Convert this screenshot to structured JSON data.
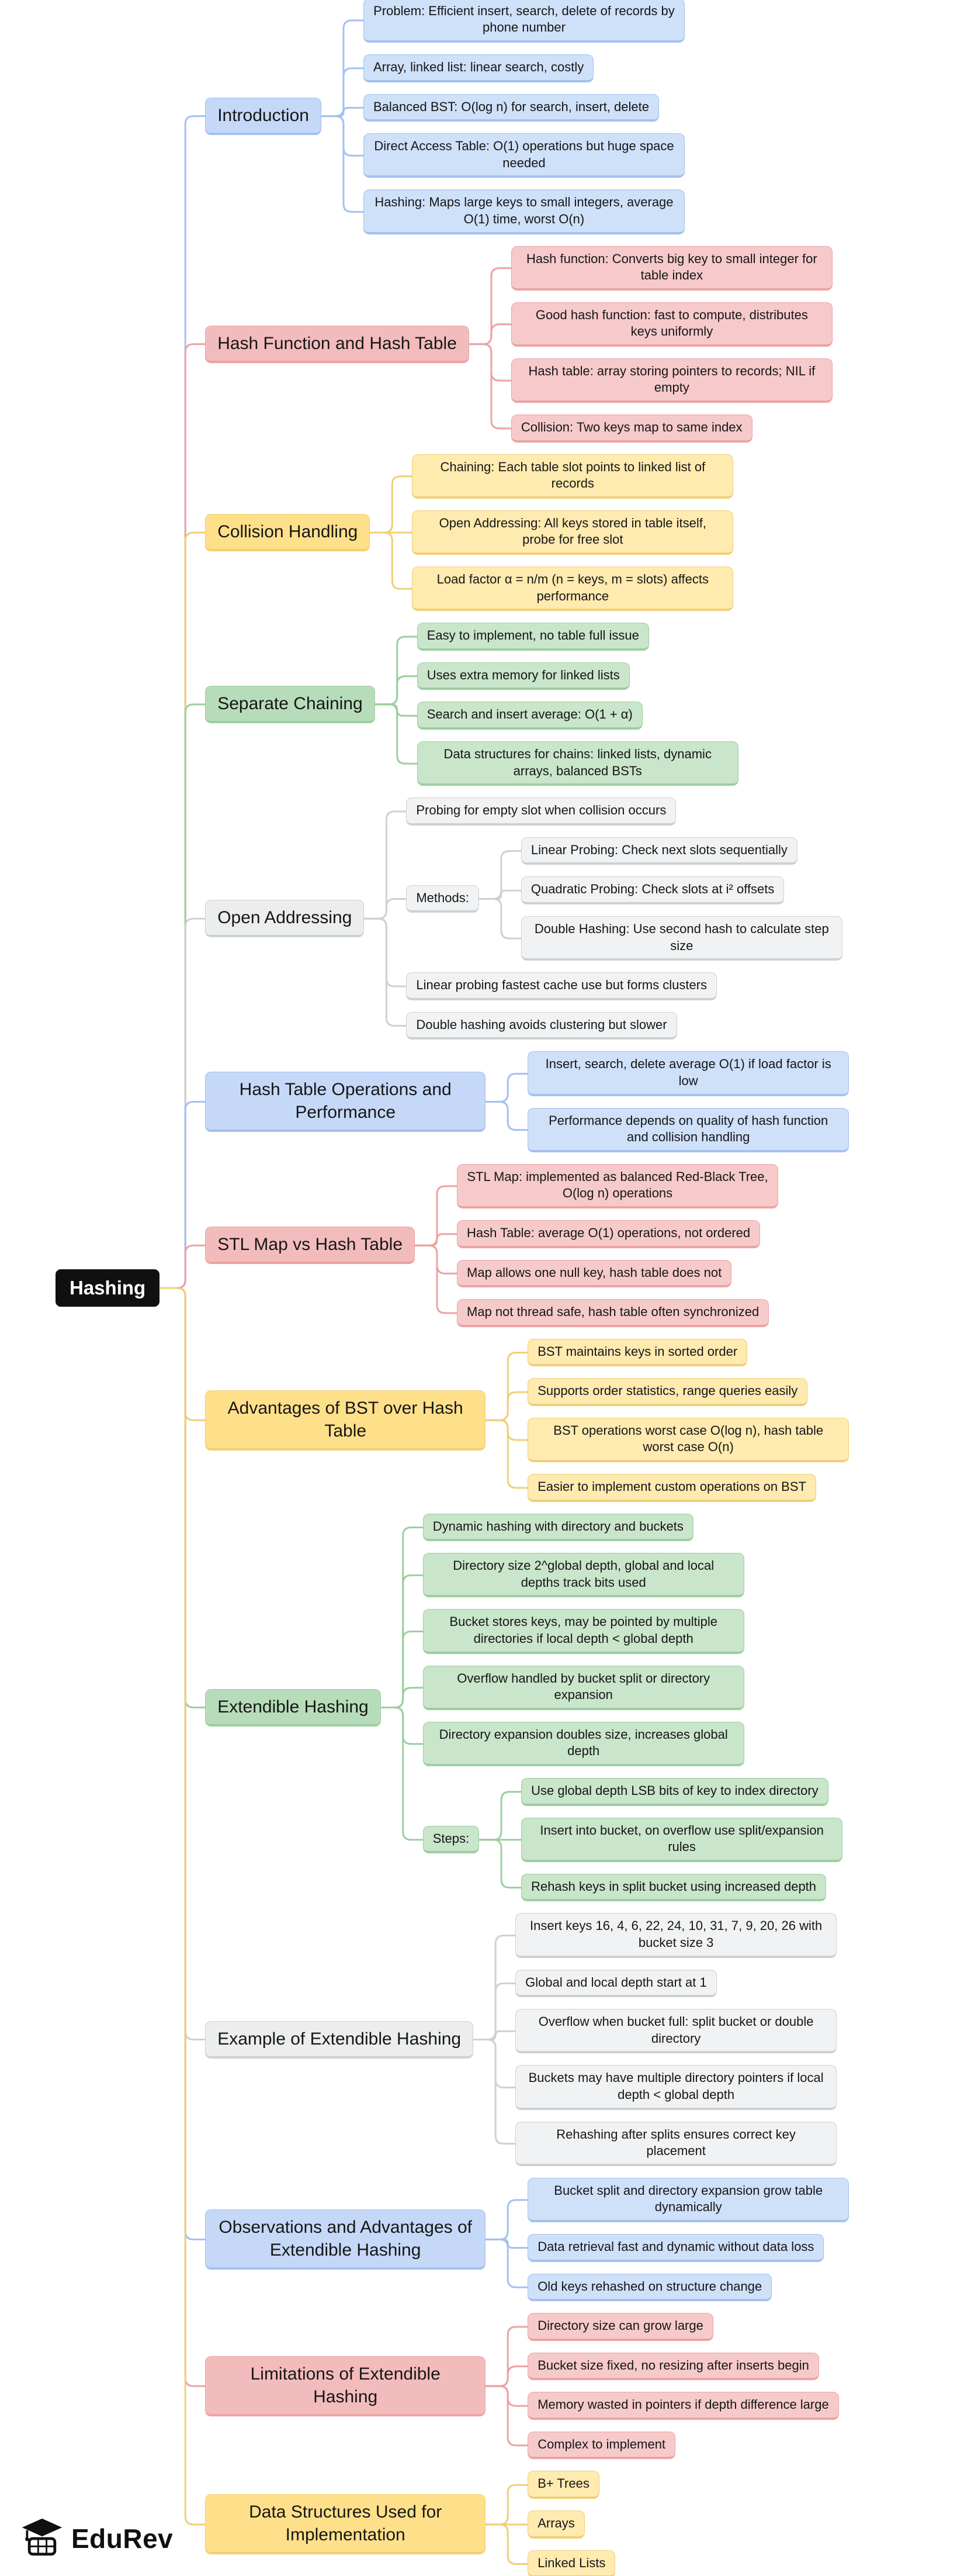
{
  "root": {
    "label": "Hashing"
  },
  "logo": {
    "text": "EduRev",
    "icon": "graduation-cap-icon"
  },
  "colors": {
    "blue": {
      "fill": "#cfe0f9",
      "title_fill": "#c5d8f7",
      "line": "#a3c1f0"
    },
    "red": {
      "fill": "#f6caca",
      "title_fill": "#f3bcbc",
      "line": "#eca3a3"
    },
    "yellow": {
      "fill": "#ffeab0",
      "title_fill": "#ffe08a",
      "line": "#f0cf76"
    },
    "green": {
      "fill": "#c9e5ca",
      "title_fill": "#b7dcb9",
      "line": "#9ccf9f"
    },
    "gray": {
      "fill": "#f1f2f3",
      "title_fill": "#ebedee",
      "line": "#cdd1d4"
    }
  },
  "branches": [
    {
      "label": "Introduction",
      "color": "blue",
      "children": [
        {
          "label": "Problem: Efficient insert, search, delete of records by phone number"
        },
        {
          "label": "Array, linked list: linear search, costly"
        },
        {
          "label": "Balanced BST: O(log n) for search, insert, delete"
        },
        {
          "label": "Direct Access Table: O(1) operations but huge space needed"
        },
        {
          "label": "Hashing: Maps large keys to small integers, average O(1) time, worst O(n)"
        }
      ]
    },
    {
      "label": "Hash Function and Hash Table",
      "color": "red",
      "children": [
        {
          "label": "Hash function: Converts big key to small integer for table index"
        },
        {
          "label": "Good hash function: fast to compute, distributes keys uniformly"
        },
        {
          "label": "Hash table: array storing pointers to records; NIL if empty"
        },
        {
          "label": "Collision: Two keys map to same index"
        }
      ]
    },
    {
      "label": "Collision Handling",
      "color": "yellow",
      "children": [
        {
          "label": "Chaining: Each table slot points to linked list of records"
        },
        {
          "label": "Open Addressing: All keys stored in table itself, probe for free slot"
        },
        {
          "label": "Load factor α = n/m (n = keys, m = slots) affects performance"
        }
      ]
    },
    {
      "label": "Separate Chaining",
      "color": "green",
      "children": [
        {
          "label": "Easy to implement, no table full issue"
        },
        {
          "label": "Uses extra memory for linked lists"
        },
        {
          "label": "Search and insert average: O(1 + α)"
        },
        {
          "label": "Data structures for chains: linked lists, dynamic arrays, balanced BSTs"
        }
      ]
    },
    {
      "label": "Open Addressing",
      "color": "gray",
      "children": [
        {
          "label": "Probing for empty slot when collision occurs"
        },
        {
          "label": "Methods:",
          "children": [
            {
              "label": "Linear Probing: Check next slots sequentially"
            },
            {
              "label": "Quadratic Probing: Check slots at i² offsets"
            },
            {
              "label": "Double Hashing: Use second hash to calculate step size"
            }
          ]
        },
        {
          "label": "Linear probing fastest cache use but forms clusters"
        },
        {
          "label": "Double hashing avoids clustering but slower"
        }
      ]
    },
    {
      "label": "Hash Table Operations and Performance",
      "color": "blue",
      "children": [
        {
          "label": "Insert, search, delete average O(1) if load factor is low"
        },
        {
          "label": "Performance depends on quality of hash function and collision handling"
        }
      ]
    },
    {
      "label": "STL Map vs Hash Table",
      "color": "red",
      "children": [
        {
          "label": "STL Map: implemented as balanced Red-Black Tree, O(log n) operations"
        },
        {
          "label": "Hash Table: average O(1) operations, not ordered"
        },
        {
          "label": "Map allows one null key, hash table does not"
        },
        {
          "label": "Map not thread safe, hash table often synchronized"
        }
      ]
    },
    {
      "label": "Advantages of BST over Hash Table",
      "color": "yellow",
      "children": [
        {
          "label": "BST maintains keys in sorted order"
        },
        {
          "label": "Supports order statistics, range queries easily"
        },
        {
          "label": "BST operations worst case O(log n), hash table worst case O(n)"
        },
        {
          "label": "Easier to implement custom operations on BST"
        }
      ]
    },
    {
      "label": "Extendible Hashing",
      "color": "green",
      "children": [
        {
          "label": "Dynamic hashing with directory and buckets"
        },
        {
          "label": "Directory size 2^global depth, global and local depths track bits used"
        },
        {
          "label": "Bucket stores keys, may be pointed by multiple directories if local depth < global depth"
        },
        {
          "label": "Overflow handled by bucket split or directory expansion"
        },
        {
          "label": "Directory expansion doubles size, increases global depth"
        },
        {
          "label": "Steps:",
          "children": [
            {
              "label": "Use global depth LSB bits of key to index directory"
            },
            {
              "label": "Insert into bucket, on overflow use split/expansion rules"
            },
            {
              "label": "Rehash keys in split bucket using increased depth"
            }
          ]
        }
      ]
    },
    {
      "label": "Example of Extendible Hashing",
      "color": "gray",
      "children": [
        {
          "label": "Insert keys 16, 4, 6, 22, 24, 10, 31, 7, 9, 20, 26 with bucket size 3"
        },
        {
          "label": "Global and local depth start at 1"
        },
        {
          "label": "Overflow when bucket full: split bucket or double directory"
        },
        {
          "label": "Buckets may have multiple directory pointers if local depth < global depth"
        },
        {
          "label": "Rehashing after splits ensures correct key placement"
        }
      ]
    },
    {
      "label": "Observations and Advantages of Extendible Hashing",
      "color": "blue",
      "children": [
        {
          "label": "Bucket split and directory expansion grow table dynamically"
        },
        {
          "label": "Data retrieval fast and dynamic without data loss"
        },
        {
          "label": "Old keys rehashed on structure change"
        }
      ]
    },
    {
      "label": "Limitations of Extendible Hashing",
      "color": "red",
      "children": [
        {
          "label": "Directory size can grow large"
        },
        {
          "label": "Bucket size fixed, no resizing after inserts begin"
        },
        {
          "label": "Memory wasted in pointers if depth difference large"
        },
        {
          "label": "Complex to implement"
        }
      ]
    },
    {
      "label": "Data Structures Used for Implementation",
      "color": "yellow",
      "children": [
        {
          "label": "B+ Trees"
        },
        {
          "label": "Arrays"
        },
        {
          "label": "Linked Lists"
        }
      ]
    }
  ]
}
